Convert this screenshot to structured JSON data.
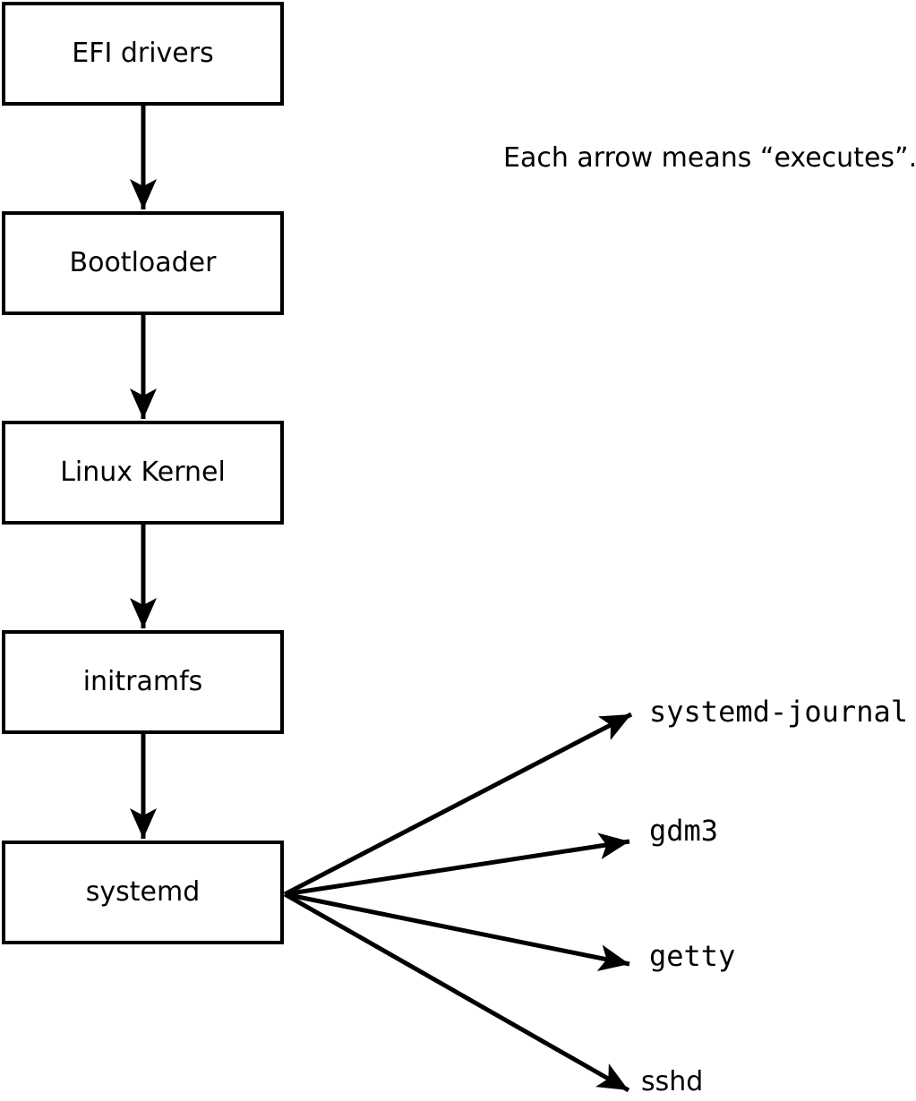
{
  "diagram": {
    "title_note": "Each arrow means “executes”.",
    "edge_meaning": "executes",
    "chain": [
      {
        "label": "EFI drivers"
      },
      {
        "label": "Bootloader"
      },
      {
        "label": "Linux Kernel"
      },
      {
        "label": "initramfs"
      },
      {
        "label": "systemd"
      }
    ],
    "targets": [
      {
        "label": "systemd-journal"
      },
      {
        "label": "gdm3"
      },
      {
        "label": "getty"
      },
      {
        "label": "sshd"
      }
    ],
    "edges": [
      {
        "from": "EFI drivers",
        "to": "Bootloader"
      },
      {
        "from": "Bootloader",
        "to": "Linux Kernel"
      },
      {
        "from": "Linux Kernel",
        "to": "initramfs"
      },
      {
        "from": "initramfs",
        "to": "systemd"
      },
      {
        "from": "systemd",
        "to": "systemd-journal"
      },
      {
        "from": "systemd",
        "to": "gdm3"
      },
      {
        "from": "systemd",
        "to": "getty"
      },
      {
        "from": "systemd",
        "to": "sshd"
      }
    ],
    "colors": {
      "foreground": "#000000",
      "background": "#ffffff"
    }
  }
}
